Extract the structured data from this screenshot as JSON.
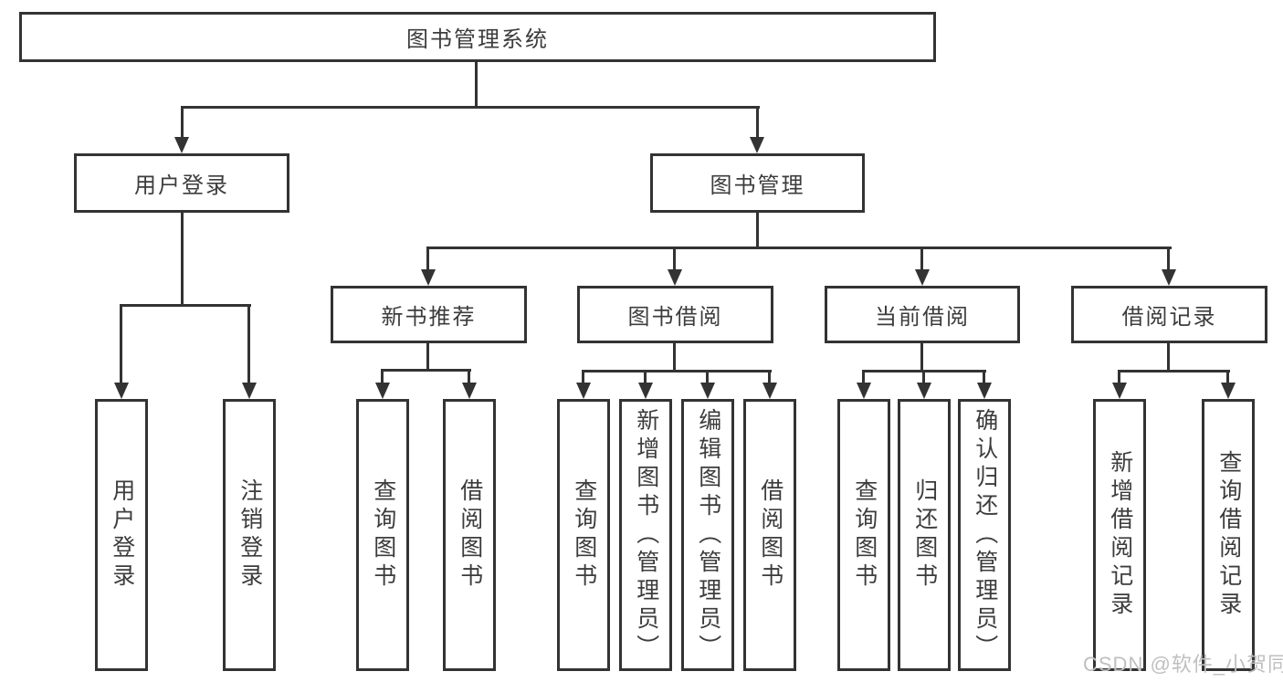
{
  "diagram": {
    "root": {
      "label": "图书管理系统"
    },
    "level2": [
      {
        "label": "用户登录"
      },
      {
        "label": "图书管理"
      }
    ],
    "level3": [
      {
        "label": "新书推荐",
        "parent": "图书管理"
      },
      {
        "label": "图书借阅",
        "parent": "图书管理"
      },
      {
        "label": "当前借阅",
        "parent": "图书管理"
      },
      {
        "label": "借阅记录",
        "parent": "图书管理"
      }
    ],
    "leaves": [
      {
        "label": "用户登录",
        "parent": "用户登录"
      },
      {
        "label": "注销登录",
        "parent": "用户登录"
      },
      {
        "label": "查询图书",
        "parent": "新书推荐"
      },
      {
        "label": "借阅图书",
        "parent": "新书推荐"
      },
      {
        "label": "查询图书",
        "parent": "图书借阅"
      },
      {
        "label": "新增图书（管理员）",
        "parent": "图书借阅"
      },
      {
        "label": "编辑图书（管理员）",
        "parent": "图书借阅"
      },
      {
        "label": "借阅图书",
        "parent": "图书借阅"
      },
      {
        "label": "查询图书",
        "parent": "当前借阅"
      },
      {
        "label": "归还图书",
        "parent": "当前借阅"
      },
      {
        "label": "确认归还（管理员）",
        "parent": "当前借阅"
      },
      {
        "label": "新增借阅记录",
        "parent": "借阅记录"
      },
      {
        "label": "查询借阅记录",
        "parent": "借阅记录"
      }
    ],
    "watermark": "CSDN @软件_小贺同学",
    "colors": {
      "line": "#333333",
      "text": "#3c3c3c",
      "watermark": "#bfbfbf",
      "background": "#ffffff"
    }
  }
}
